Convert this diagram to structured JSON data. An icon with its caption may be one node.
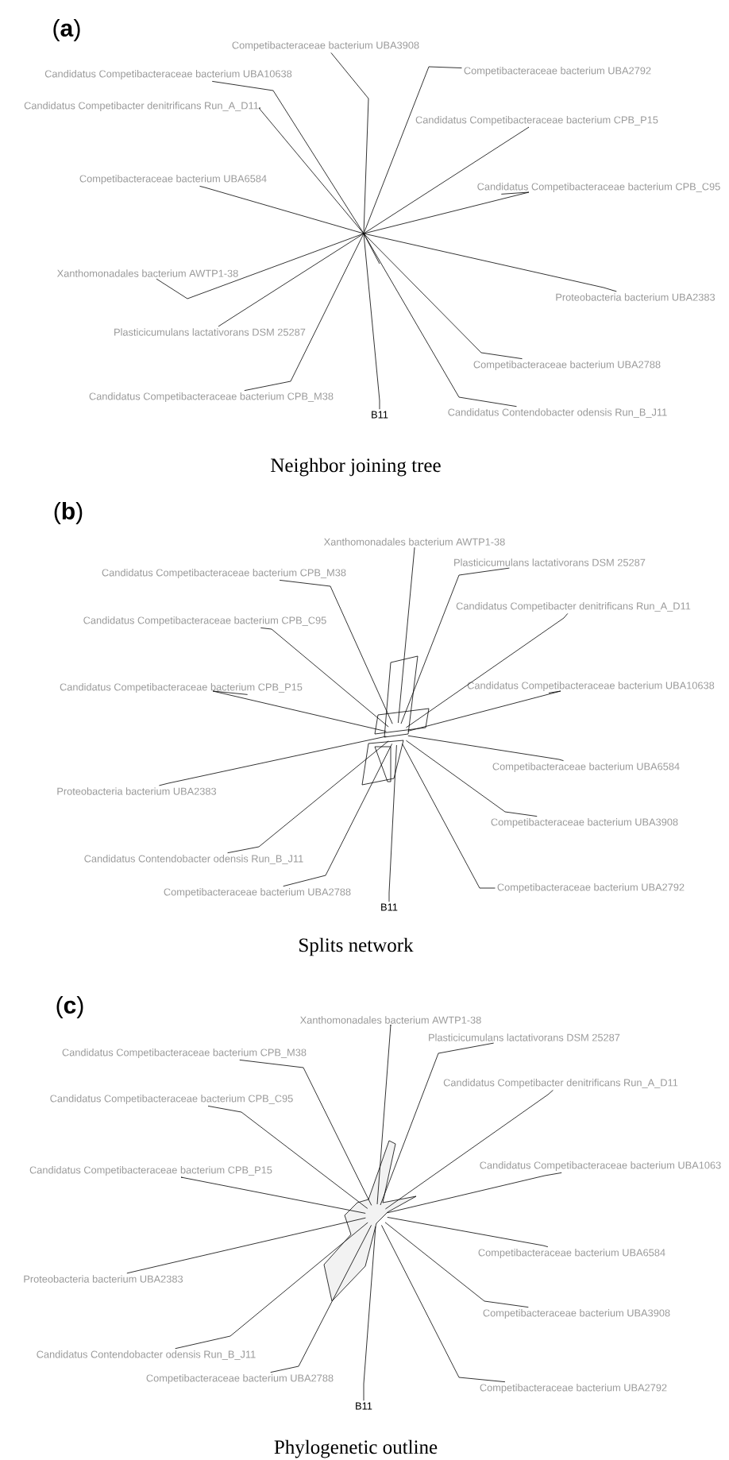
{
  "diagram": {
    "nodes": [
      {
        "text": [
          "Competibacteraceae bacterium UBA3908"
        ]
      },
      {
        "text": [
          "Candidatus Competibacteraceae bacterium UBA10638"
        ]
      },
      {
        "text": [
          "Competibacteraceae bacterium UBA2792"
        ]
      },
      {
        "text": [
          "Candidatus Competibacter denitrificans Run_A_D11"
        ]
      },
      {
        "text": [
          "Candidatus Competibacteraceae bacterium CPB_P15"
        ]
      },
      {
        "text": [
          "Competibacteraceae bacterium UBA6584"
        ]
      },
      {
        "text": [
          "Candidatus Competibacteraceae bacterium CPB_C95"
        ]
      },
      {
        "text": [
          "Xanthomonadales bacterium AWTP1-38"
        ]
      },
      {
        "text": [
          "Proteobacteria bacterium UBA2383"
        ]
      },
      {
        "text": [
          "Plasticicumulans lactativorans DSM 25287"
        ]
      },
      {
        "text": [
          "Competibacteraceae bacterium UBA2788"
        ]
      },
      {
        "text": [
          "Candidatus Competibacteraceae bacterium CPB_M38"
        ]
      },
      {
        "text": [
          "B11"
        ]
      },
      {
        "text": [
          "Candidatus Contendobacter odensis Run_B_J11"
        ]
      },
      {
        "text": [
          "Xanthomonadales bacterium AWTP1-38"
        ]
      },
      {
        "text": [
          "Plasticicumulans lactativorans DSM 25287"
        ]
      },
      {
        "text": [
          "Candidatus Competibacteraceae bacterium CPB_M38"
        ]
      },
      {
        "text": [
          "Candidatus Competibacter denitrificans Run_A_D11"
        ]
      },
      {
        "text": [
          "Candidatus Competibacteraceae bacterium CPB_C95"
        ]
      },
      {
        "text": [
          "Candidatus Competibacteraceae bacterium CPB_P15"
        ]
      },
      {
        "text": [
          "Candidatus Competibacteraceae bacterium UBA10638"
        ]
      },
      {
        "text": [
          "Competibacteraceae bacterium UBA6584"
        ]
      },
      {
        "text": [
          "Proteobacteria bacterium UBA2383"
        ]
      },
      {
        "text": [
          "Competibacteraceae bacterium UBA3908"
        ]
      },
      {
        "text": [
          "Candidatus Contendobacter odensis Run_B_J11"
        ]
      },
      {
        "text": [
          "Competibacteraceae bacterium UBA2788"
        ]
      },
      {
        "text": [
          "Competibacteraceae bacterium UBA2792"
        ]
      },
      {
        "text": [
          "B11"
        ]
      },
      {
        "text": [
          "Xanthomonadales bacterium AWTP1-38"
        ]
      },
      {
        "text": [
          "Plasticicumulans lactativorans DSM 25287"
        ]
      },
      {
        "text": [
          "Candidatus Competibacteraceae bacterium CPB_M38"
        ]
      },
      {
        "text": [
          "Candidatus Competibacter denitrificans Run_A_D11"
        ]
      },
      {
        "text": [
          "Candidatus Competibacteraceae bacterium CPB_C95"
        ]
      },
      {
        "text": [
          "Candidatus Competibacteraceae bacterium CPB_P15"
        ]
      },
      {
        "text": [
          "Candidatus Competibacteraceae bacterium UBA1063"
        ]
      },
      {
        "text": [
          "Competibacteraceae bacterium UBA6584"
        ]
      },
      {
        "text": [
          "Proteobacteria bacterium UBA2383"
        ]
      },
      {
        "text": [
          "Competibacteraceae bacterium UBA3908"
        ]
      },
      {
        "text": [
          "Candidatus Contendobacter odensis Run_B_J11"
        ]
      },
      {
        "text": [
          "Competibacteraceae bacterium UBA2788"
        ]
      },
      {
        "text": [
          "Competibacteraceae bacterium UBA2792"
        ]
      },
      {
        "text": [
          "B11"
        ]
      }
    ],
    "edges": [
      {
        "from": 0,
        "to": null,
        "arrow": "none"
      },
      {
        "from": 1,
        "to": null,
        "arrow": "none"
      },
      {
        "from": 2,
        "to": null,
        "arrow": "none"
      },
      {
        "from": 3,
        "to": null,
        "arrow": "none"
      },
      {
        "from": 4,
        "to": null,
        "arrow": "none"
      },
      {
        "from": 5,
        "to": null,
        "arrow": "none"
      },
      {
        "from": 6,
        "to": null,
        "arrow": "none"
      },
      {
        "from": 7,
        "to": null,
        "arrow": "none"
      },
      {
        "from": 8,
        "to": null,
        "arrow": "none"
      },
      {
        "from": 9,
        "to": null,
        "arrow": "none"
      },
      {
        "from": 10,
        "to": null,
        "arrow": "none"
      },
      {
        "from": 11,
        "to": null,
        "arrow": "none"
      },
      {
        "from": 12,
        "to": null,
        "arrow": "none"
      },
      {
        "from": 13,
        "to": null,
        "arrow": "none"
      },
      {
        "from": 14,
        "to": null,
        "arrow": "none"
      },
      {
        "from": 15,
        "to": null,
        "arrow": "none"
      },
      {
        "from": 16,
        "to": null,
        "arrow": "none"
      },
      {
        "from": 17,
        "to": null,
        "arrow": "none"
      },
      {
        "from": 18,
        "to": null,
        "arrow": "none"
      },
      {
        "from": 19,
        "to": null,
        "arrow": "none"
      },
      {
        "from": 20,
        "to": null,
        "arrow": "none"
      },
      {
        "from": 21,
        "to": null,
        "arrow": "none"
      },
      {
        "from": 22,
        "to": null,
        "arrow": "none"
      },
      {
        "from": 23,
        "to": null,
        "arrow": "none"
      },
      {
        "from": 24,
        "to": null,
        "arrow": "none"
      },
      {
        "from": 25,
        "to": null,
        "arrow": "none"
      },
      {
        "from": 26,
        "to": null,
        "arrow": "none"
      },
      {
        "from": 27,
        "to": null,
        "arrow": "none"
      },
      {
        "from": 28,
        "to": null,
        "arrow": "none"
      },
      {
        "from": 29,
        "to": null,
        "arrow": "none"
      },
      {
        "from": 30,
        "to": null,
        "arrow": "none"
      },
      {
        "from": 31,
        "to": null,
        "arrow": "none"
      },
      {
        "from": 32,
        "to": null,
        "arrow": "none"
      },
      {
        "from": 33,
        "to": null,
        "arrow": "none"
      },
      {
        "from": 34,
        "to": null,
        "arrow": "none"
      },
      {
        "from": 35,
        "to": null,
        "arrow": "none"
      },
      {
        "from": 36,
        "to": null,
        "arrow": "none"
      },
      {
        "from": 37,
        "to": null,
        "arrow": "none"
      },
      {
        "from": 38,
        "to": null,
        "arrow": "none"
      },
      {
        "from": 39,
        "to": null,
        "arrow": "none"
      },
      {
        "from": 40,
        "to": null,
        "arrow": "none"
      },
      {
        "from": 41,
        "to": null,
        "arrow": "none"
      }
    ],
    "labels": [
      "(**a**)",
      "Neighbor joining tree",
      "(**b**)",
      "Splits network",
      "(**c**)",
      "Phylogenetic outline"
    ]
  }
}
